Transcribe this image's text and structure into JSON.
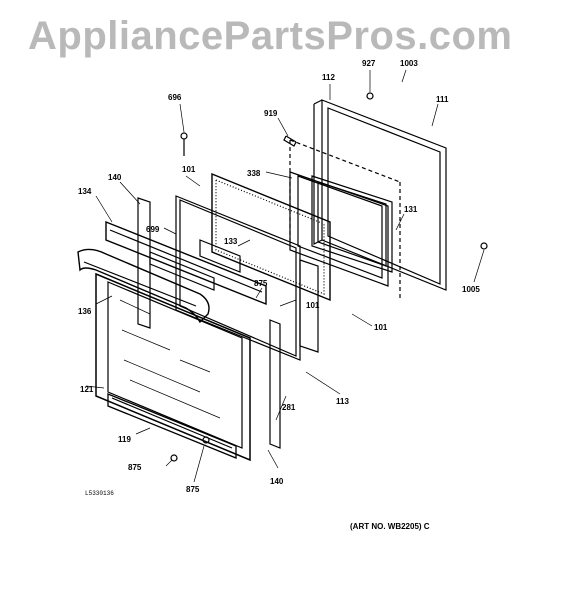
{
  "watermark": "AppliancePartsPros.com",
  "drawing_code": "L5330136",
  "art_number": "(ART NO. WB2205) C",
  "callouts": [
    "1003",
    "927",
    "112",
    "111",
    "696",
    "919",
    "338",
    "101",
    "140",
    "134",
    "699",
    "133",
    "875",
    "101",
    "131",
    "1005",
    "136",
    "101",
    "121",
    "281",
    "113",
    "119",
    "875",
    "875",
    "140"
  ]
}
